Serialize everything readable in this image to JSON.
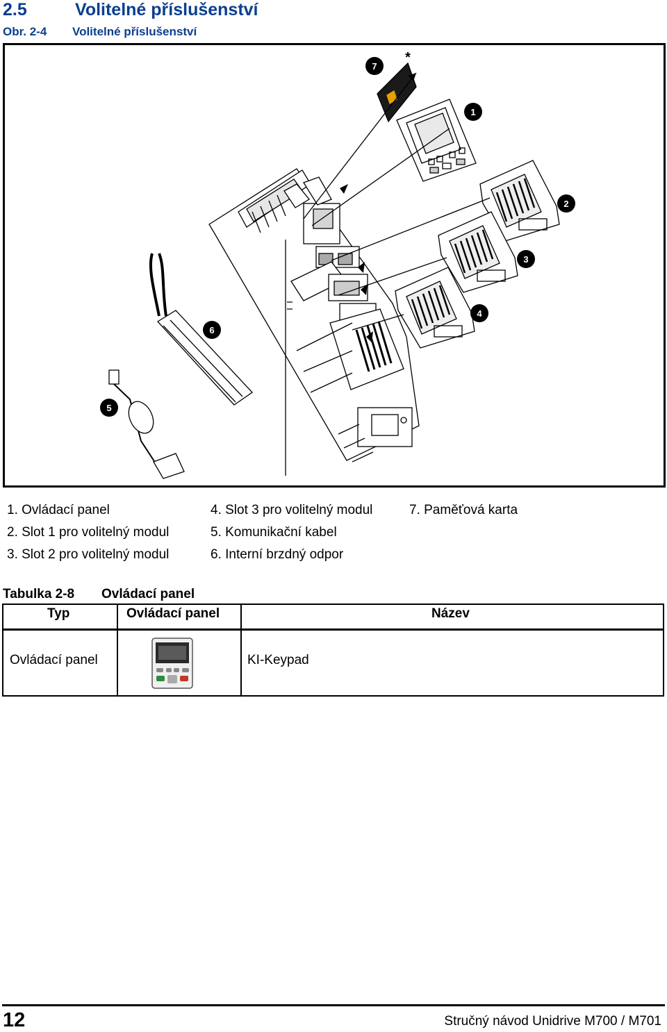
{
  "section": {
    "number": "2.5",
    "title": "Volitelné příslušenství"
  },
  "figure": {
    "number": "Obr. 2-4",
    "title": "Volitelné příslušenství",
    "callouts": [
      "1",
      "2",
      "3",
      "4",
      "5",
      "6",
      "7"
    ],
    "asterisk": "*",
    "legend": [
      "1. Ovládací panel",
      "2. Slot 1 pro volitelný modul",
      "3. Slot 2 pro volitelný modul",
      "4. Slot 3 pro volitelný modul",
      "5. Komunikační kabel",
      "6. Interní brzdný odpor",
      "7. Paměťová karta"
    ]
  },
  "table": {
    "number": "Tabulka 2-8",
    "title": "Ovládací panel",
    "headers": [
      "Typ",
      "Ovládací panel",
      "Název"
    ],
    "rows": [
      {
        "type": "Ovládací panel",
        "image": "keypad-image",
        "name": "KI-Keypad"
      }
    ]
  },
  "footer": {
    "page_number": "12",
    "document_title": "Stručný návod Unidrive M700 / M701"
  },
  "colors": {
    "heading": "#0b3f8f",
    "card_chip": "#e8a000",
    "text": "#000000"
  }
}
